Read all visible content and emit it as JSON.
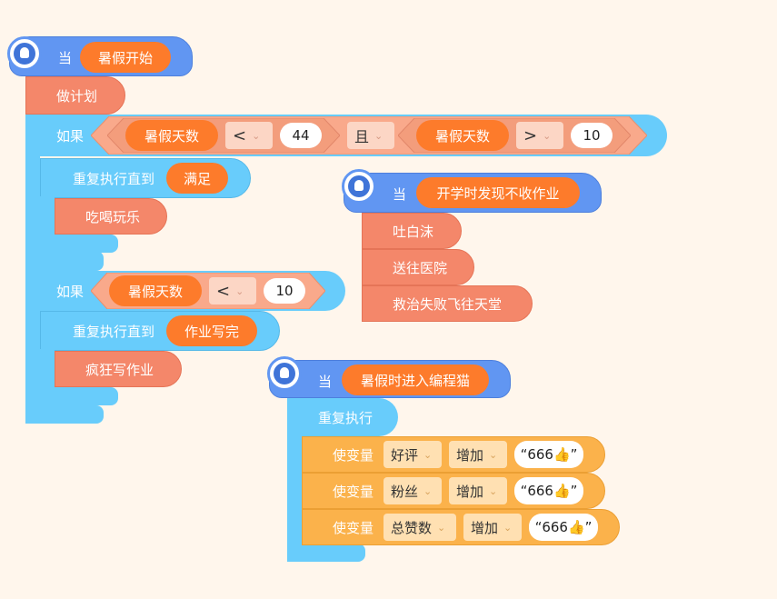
{
  "script1": {
    "hat_when": "当",
    "hat_event": "暑假开始",
    "make_plan": "做计划",
    "if1": {
      "label": "如果",
      "left_var": "暑假天数",
      "op1": "<",
      "val1": "44",
      "logic": "且",
      "right_var": "暑假天数",
      "op2": ">",
      "val2": "10"
    },
    "repeat1": {
      "label": "重复执行直到",
      "cond": "满足"
    },
    "eat": "吃喝玩乐",
    "if2": {
      "label": "如果",
      "var": "暑假天数",
      "op": "<",
      "val": "10"
    },
    "repeat2": {
      "label": "重复执行直到",
      "cond": "作业写完"
    },
    "crazy": "疯狂写作业"
  },
  "script2": {
    "hat_when": "当",
    "hat_event": "开学时发现不收作业",
    "a1": "吐白沫",
    "a2": "送往医院",
    "a3": "救治失败飞往天堂"
  },
  "script3": {
    "hat_when": "当",
    "hat_event": "暑假时进入编程猫",
    "forever": "重复执行",
    "rows": [
      {
        "label": "使变量",
        "var": "好评",
        "op": "增加",
        "value": "“666👍”"
      },
      {
        "label": "使变量",
        "var": "粉丝",
        "op": "增加",
        "value": "“666👍”"
      },
      {
        "label": "使变量",
        "var": "总赞数",
        "op": "增加",
        "value": "“666👍”"
      }
    ]
  },
  "icons": {
    "event": "broadcast-event-icon",
    "dropdown": "chevron-down-icon"
  },
  "colors": {
    "event": "#6196f2",
    "control": "#68ccfb",
    "action": "#f4876a",
    "operator": "#f9a98b",
    "variable": "#fbb24b",
    "pill": "#fd7b2b",
    "background": "#fff6ec"
  }
}
